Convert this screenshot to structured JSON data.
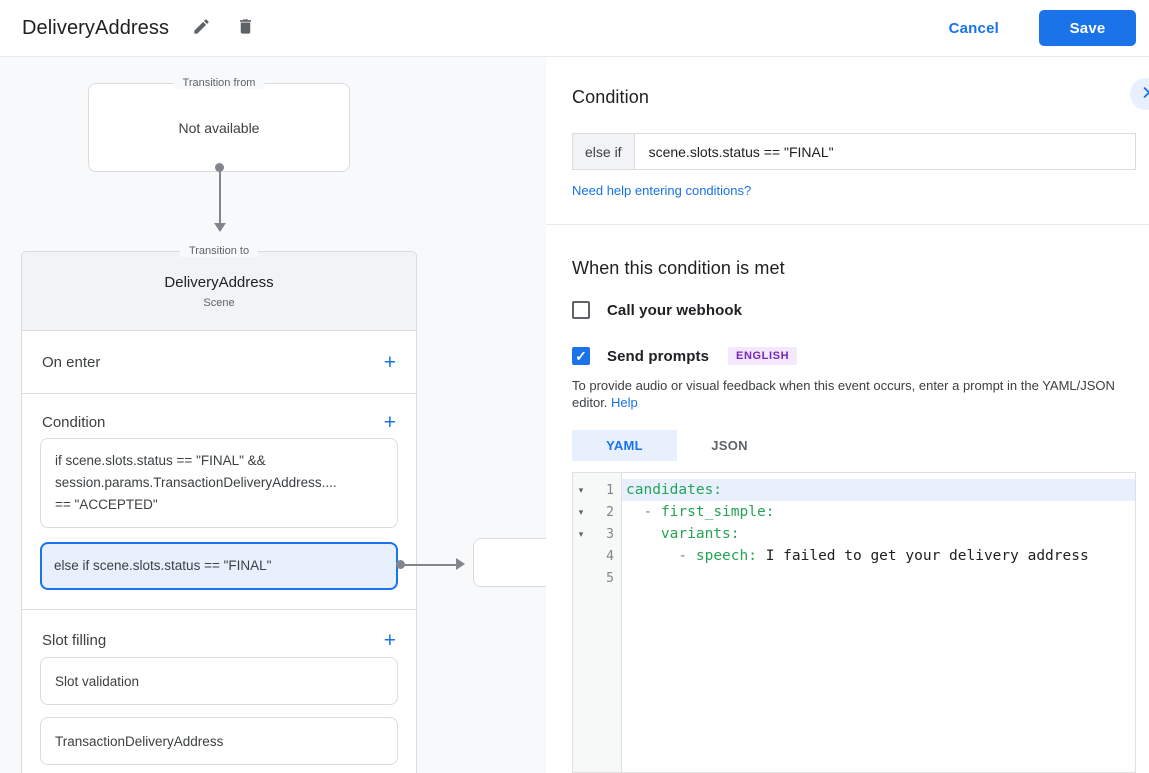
{
  "header": {
    "title": "DeliveryAddress",
    "cancel_label": "Cancel",
    "save_label": "Save"
  },
  "icons": {
    "edit": "pencil-icon",
    "delete": "trash-icon",
    "collapse": "chevron-right-icon",
    "add": "+",
    "check": "✓",
    "fold": "▾"
  },
  "colors": {
    "accent": "#1a73e8",
    "selection_bg": "#e8f0fe",
    "canvas_bg": "#f8f9fa",
    "code_key_green": "#26a355",
    "badge_bg": "#f3e8fd",
    "badge_text": "#7627bb"
  },
  "diagram": {
    "transition_from": {
      "legend": "Transition from",
      "content": "Not available"
    },
    "scene_card": {
      "legend": "Transition to",
      "title": "DeliveryAddress",
      "subtitle": "Scene",
      "on_enter_label": "On enter",
      "condition": {
        "label": "Condition",
        "items": [
          {
            "text": "if scene.slots.status == \"FINAL\" &&\nsession.params.TransactionDeliveryAddress....\n== \"ACCEPTED\"",
            "selected": false
          },
          {
            "text": "else if scene.slots.status == \"FINAL\"",
            "selected": true
          }
        ]
      },
      "slot_filling": {
        "label": "Slot filling",
        "items": [
          {
            "text": "Slot validation"
          },
          {
            "text": "TransactionDeliveryAddress"
          }
        ]
      }
    }
  },
  "panel": {
    "title": "Condition",
    "condition_row": {
      "prefix": "else if",
      "value": "scene.slots.status == \"FINAL\""
    },
    "help_link": "Need help entering conditions?",
    "section_title": "When this condition is met",
    "webhook": {
      "label": "Call your webhook",
      "checked": false
    },
    "prompts": {
      "label": "Send prompts",
      "checked": true,
      "badge": "ENGLISH"
    },
    "description": "To provide audio or visual feedback when this event occurs, enter a prompt in the YAML/JSON editor.",
    "description_link": "Help",
    "tabs": [
      {
        "label": "YAML",
        "active": true
      },
      {
        "label": "JSON",
        "active": false
      }
    ],
    "editor": {
      "lines": [
        {
          "num": "1",
          "fold": true,
          "active": true,
          "tokens": [
            {
              "text": "candidates:",
              "type": "key"
            }
          ]
        },
        {
          "num": "2",
          "fold": true,
          "tokens": [
            {
              "text": "  ",
              "type": "plain"
            },
            {
              "text": "- ",
              "type": "dash"
            },
            {
              "text": "first_simple:",
              "type": "key"
            }
          ]
        },
        {
          "num": "3",
          "fold": true,
          "tokens": [
            {
              "text": "    ",
              "type": "plain"
            },
            {
              "text": "variants:",
              "type": "key"
            }
          ]
        },
        {
          "num": "4",
          "tokens": [
            {
              "text": "      ",
              "type": "plain"
            },
            {
              "text": "- ",
              "type": "dash"
            },
            {
              "text": "speech:",
              "type": "key"
            },
            {
              "text": " I failed to get your delivery address",
              "type": "plain"
            }
          ]
        },
        {
          "num": "5",
          "tokens": []
        }
      ]
    }
  }
}
